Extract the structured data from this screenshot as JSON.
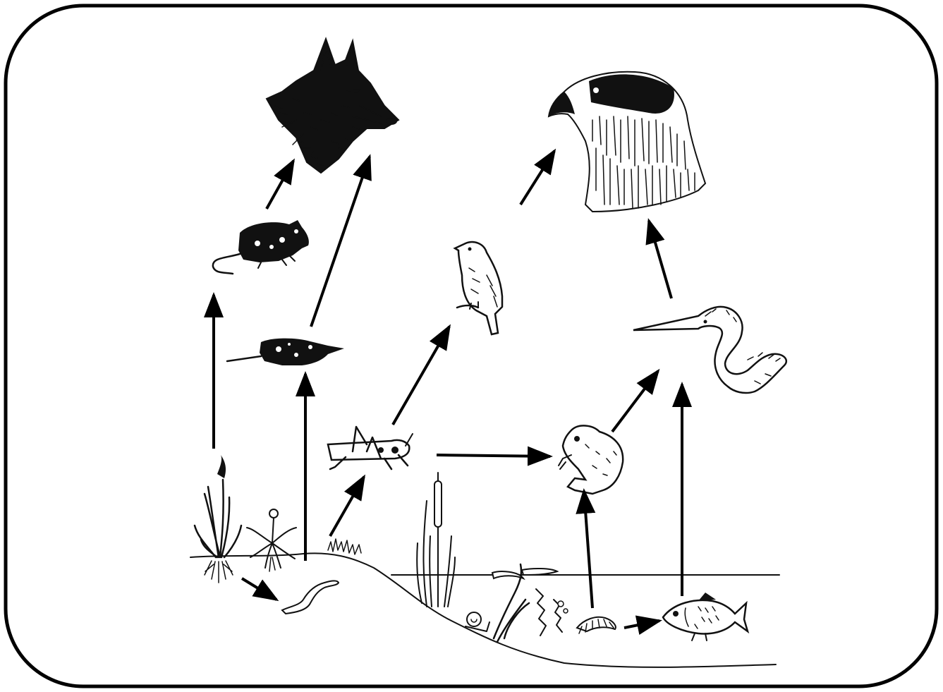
{
  "diagram": {
    "type": "food-web",
    "organisms": [
      {
        "id": "fox",
        "icon": "fox-head-icon"
      },
      {
        "id": "hawk",
        "icon": "hawk-head-icon"
      },
      {
        "id": "mouse",
        "icon": "mouse-icon"
      },
      {
        "id": "shrew",
        "icon": "shrew-icon"
      },
      {
        "id": "songbird",
        "icon": "songbird-icon"
      },
      {
        "id": "heron",
        "icon": "heron-icon"
      },
      {
        "id": "grasshopper",
        "icon": "grasshopper-icon"
      },
      {
        "id": "frog",
        "icon": "frog-icon"
      },
      {
        "id": "grass-plant",
        "icon": "grass-plant-icon"
      },
      {
        "id": "dandelion",
        "icon": "dandelion-icon"
      },
      {
        "id": "earthworm",
        "icon": "earthworm-icon"
      },
      {
        "id": "cattail",
        "icon": "cattail-icon"
      },
      {
        "id": "snail",
        "icon": "snail-icon"
      },
      {
        "id": "water-plant",
        "icon": "water-plant-icon"
      },
      {
        "id": "aquatic-larva",
        "icon": "aquatic-larva-icon"
      },
      {
        "id": "fish",
        "icon": "fish-icon"
      }
    ],
    "arrows": [
      {
        "from": "mouse",
        "to": "fox"
      },
      {
        "from": "shrew",
        "to": "fox"
      },
      {
        "from": "grass-plant",
        "to": "mouse"
      },
      {
        "from": "dandelion",
        "to": "shrew"
      },
      {
        "from": "grass-plant",
        "to": "earthworm"
      },
      {
        "from": "dandelion",
        "to": "grasshopper"
      },
      {
        "from": "grasshopper",
        "to": "songbird"
      },
      {
        "from": "grasshopper",
        "to": "frog"
      },
      {
        "from": "songbird",
        "to": "hawk"
      },
      {
        "from": "heron",
        "to": "hawk"
      },
      {
        "from": "frog",
        "to": "heron"
      },
      {
        "from": "aquatic-larva",
        "to": "frog"
      },
      {
        "from": "aquatic-larva",
        "to": "fish"
      },
      {
        "from": "fish",
        "to": "heron"
      }
    ],
    "colors": {
      "ink": "#111111",
      "background": "#ffffff"
    }
  }
}
